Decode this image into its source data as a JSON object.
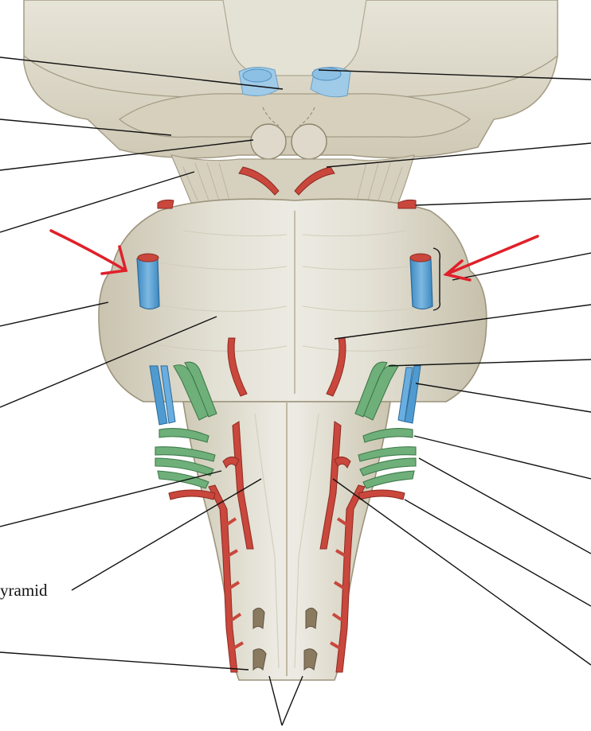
{
  "figure": {
    "visible_label": "yramid",
    "colors": {
      "tissue": "#d9d5c6",
      "tissue_shadow": "#b9b29c",
      "tissue_light": "#e8e5da",
      "artery_red": "#c9473c",
      "artery_dark": "#8e2a22",
      "vein_blue": "#4f9bd1",
      "vein_light": "#9fcbe8",
      "nerve_green": "#6fb07a",
      "nerve_dark": "#3f7a4a",
      "annotation_arrow": "#e0202a",
      "leader_line": "#111111",
      "dark_brown": "#7d6c52"
    },
    "annotation_arrows": [
      "left-red-arrow",
      "right-red-arrow"
    ]
  }
}
